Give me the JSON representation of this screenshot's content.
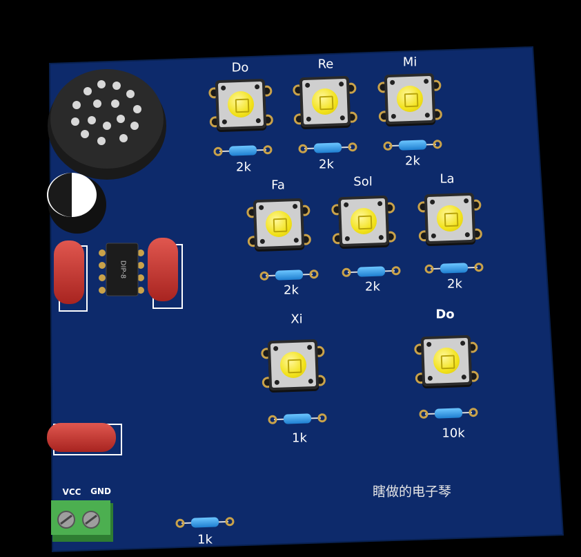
{
  "board": {
    "background": "#0d2a6b",
    "title_cn": "瞎做的电子琴"
  },
  "keys": [
    {
      "note": "Do",
      "resistor": "2k"
    },
    {
      "note": "Re",
      "resistor": "2k"
    },
    {
      "note": "Mi",
      "resistor": "2k"
    },
    {
      "note": "Fa",
      "resistor": "2k"
    },
    {
      "note": "Sol",
      "resistor": "2k"
    },
    {
      "note": "La",
      "resistor": "2k"
    },
    {
      "note": "Xi",
      "resistor": "1k"
    },
    {
      "note": "Do",
      "resistor": "10k"
    }
  ],
  "ic": {
    "label": "DIP-8"
  },
  "power": {
    "vcc": "VCC",
    "gnd": "GND",
    "resistor": "1k"
  },
  "colors": {
    "button_cap": "#f2e21b",
    "capacitor": "#c9302c",
    "terminal": "#4caf50"
  }
}
